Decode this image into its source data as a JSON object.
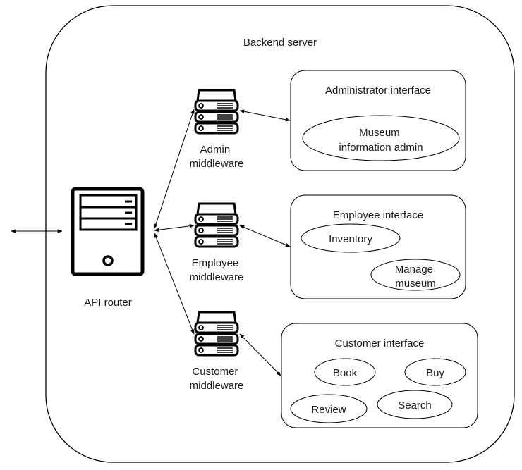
{
  "backend_server": {
    "label": "Backend server"
  },
  "api_router": {
    "label": "API router"
  },
  "middleware": {
    "admin": [
      "Admin",
      "middleware"
    ],
    "employee": [
      "Employee",
      "middleware"
    ],
    "customer": [
      "Customer",
      "middleware"
    ]
  },
  "interfaces": {
    "administrator": {
      "title": "Administrator interface",
      "features": {
        "museum_info": [
          "Museum",
          "information admin"
        ]
      }
    },
    "employee": {
      "title": "Employee interface",
      "features": {
        "inventory": [
          "Inventory"
        ],
        "manage_museum": [
          "Manage",
          "museum"
        ]
      }
    },
    "customer": {
      "title": "Customer interface",
      "features": {
        "book": [
          "Book"
        ],
        "buy": [
          "Buy"
        ],
        "review": [
          "Review"
        ],
        "search": [
          "Search"
        ]
      }
    }
  },
  "colors": {
    "stroke": "#000000",
    "fill": "#ffffff",
    "text": "#1a1a1a"
  }
}
